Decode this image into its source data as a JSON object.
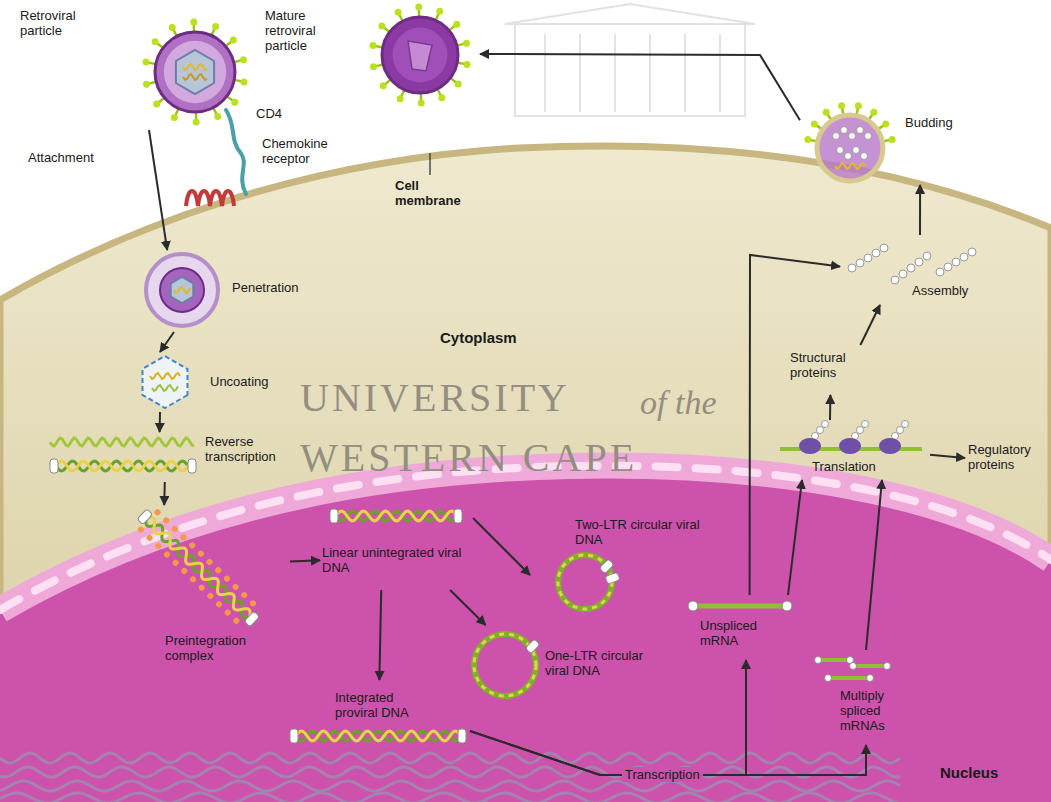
{
  "diagram": {
    "nodes": [
      {
        "text": [
          "Retroviral particle"
        ]
      },
      {
        "text": [
          "Mature retroviral particle"
        ]
      },
      {
        "text": [
          "Budding"
        ]
      },
      {
        "text": [
          "Cytoplasm"
        ]
      },
      {
        "text": [
          "Penetration"
        ],
        "in": 3
      },
      {
        "text": [
          "Uncoating"
        ],
        "in": 3
      },
      {
        "text": [
          "Reverse transcription"
        ],
        "in": 3
      },
      {
        "text": [
          "Assembly"
        ],
        "in": 3
      },
      {
        "text": [
          "Structural proteins"
        ],
        "in": 3
      },
      {
        "text": [
          "Translation"
        ],
        "in": 3
      },
      {
        "text": [
          "Regulatory proteins"
        ],
        "in": 3
      },
      {
        "text": [
          "Nucleus"
        ],
        "in": 3
      },
      {
        "text": [
          "Preintegration complex"
        ],
        "in": 11
      },
      {
        "text": [
          "Linear unintegrated viral DNA"
        ],
        "in": 11
      },
      {
        "text": [
          "Two-LTR circular viral DNA"
        ],
        "in": 11
      },
      {
        "text": [
          "One-LTR circular viral DNA"
        ],
        "in": 11
      },
      {
        "text": [
          "Integrated proviral DNA"
        ],
        "in": 11
      },
      {
        "text": [
          "Unspliced mRNA"
        ],
        "in": 11
      },
      {
        "text": [
          "Multiply spliced mRNAs"
        ],
        "in": 11
      }
    ],
    "edges": [
      {
        "from": 0,
        "to": 4,
        "arrow": "to",
        "label": "Attachment"
      },
      {
        "from": 4,
        "to": 5,
        "arrow": "to"
      },
      {
        "from": 5,
        "to": 6,
        "arrow": "to"
      },
      {
        "from": 6,
        "to": 12,
        "arrow": "to"
      },
      {
        "from": 12,
        "to": 13,
        "arrow": "to"
      },
      {
        "from": 13,
        "to": 14,
        "arrow": "to"
      },
      {
        "from": 13,
        "to": 15,
        "arrow": "to"
      },
      {
        "from": 13,
        "to": 16,
        "arrow": "to"
      },
      {
        "from": 16,
        "to": 17,
        "arrow": "to",
        "label": "Transcription"
      },
      {
        "from": 16,
        "to": 18,
        "arrow": "to"
      },
      {
        "from": 17,
        "to": 9,
        "arrow": "to"
      },
      {
        "from": 18,
        "to": 9,
        "arrow": "to"
      },
      {
        "from": 17,
        "to": 7,
        "arrow": "to"
      },
      {
        "from": 9,
        "to": 8,
        "arrow": "to"
      },
      {
        "from": 9,
        "to": 10,
        "arrow": "to"
      },
      {
        "from": 8,
        "to": 7,
        "arrow": "to"
      },
      {
        "from": 7,
        "to": 2,
        "arrow": "to"
      },
      {
        "from": 2,
        "to": 1,
        "arrow": "to"
      }
    ],
    "labels": [
      "CD4",
      "Chemokine receptor",
      "Cell membrane",
      "UNIVERSITY",
      "of the",
      "WESTERN CAPE"
    ]
  }
}
